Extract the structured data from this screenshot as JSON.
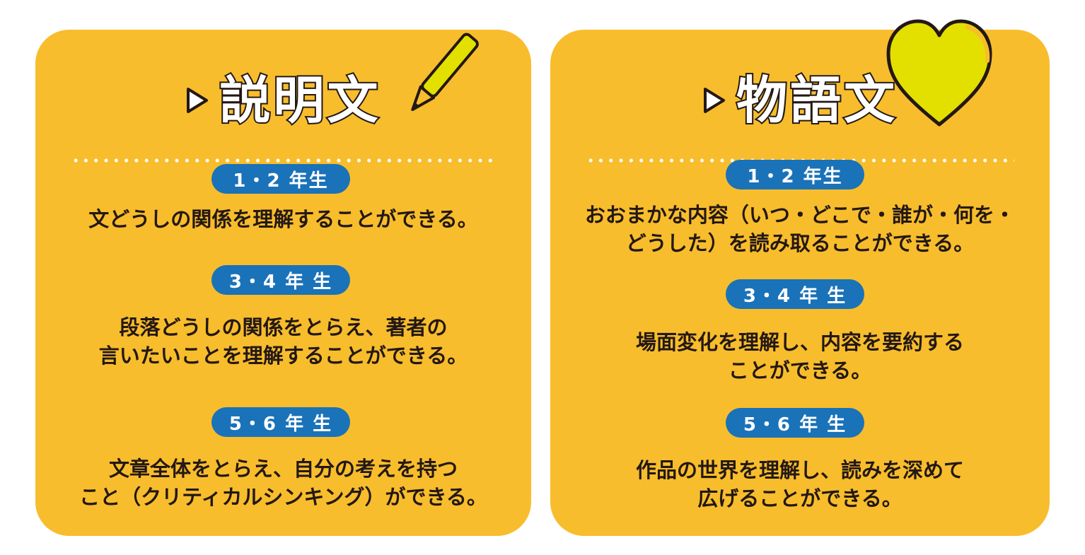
{
  "left_card": {
    "title": "説明文",
    "grades": [
      {
        "label": "1・2 年生",
        "text": "文どうしの関係を理解することができる。"
      },
      {
        "label": "3・4 年 生",
        "text": "段落どうしの関係をとらえ、著者の\n言いたいことを理解することができる。"
      },
      {
        "label": "5・6 年 生",
        "text": "文章全体をとらえ、自分の考えを持つ\nこと（クリティカルシンキング）ができる。"
      }
    ]
  },
  "right_card": {
    "title": "物語文",
    "grades": [
      {
        "label": "1・2 年生",
        "text": "おおまかな内容（いつ・どこで・誰が・何を・\nどうした）を読み取ることができる。"
      },
      {
        "label": "3・4 年 生",
        "text": "場面変化を理解し、内容を要約する\nことができる。"
      },
      {
        "label": "5・6 年 生",
        "text": "作品の世界を理解し、読みを深めて\n広げることができる。"
      }
    ]
  },
  "colors": {
    "card": "#f8bd2c",
    "pill": "#1a72b9",
    "text": "#231815",
    "pencil": "#e3e000",
    "heart": "#e3e000"
  },
  "icons": [
    "play-triangle-icon",
    "pencil-icon",
    "heart-icon"
  ]
}
